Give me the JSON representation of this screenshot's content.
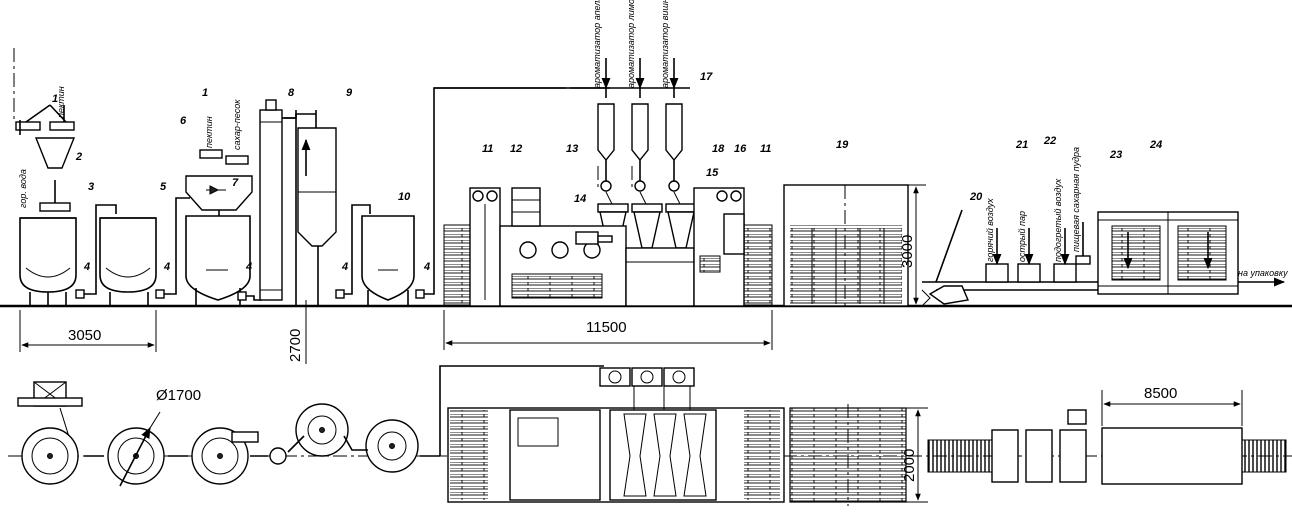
{
  "callouts": [
    "1",
    "2",
    "3",
    "4",
    "5",
    "6",
    "7",
    "8",
    "9",
    "10",
    "11",
    "12",
    "13",
    "14",
    "15",
    "16",
    "17",
    "18",
    "19",
    "20",
    "21",
    "22",
    "23",
    "24"
  ],
  "dimensions": {
    "d3050": "3050",
    "d2700": "2700",
    "d11500": "11500",
    "d3000": "3000",
    "d1700": "Ø1700",
    "d2000": "2000",
    "d8500": "8500"
  },
  "feed_labels": {
    "water": "гор. вода",
    "pectin1": "пектин",
    "pectin2": "пектин",
    "sugar": "сахар-песок",
    "aroma_orange": "ароматизатор апельсин",
    "aroma_lemon": "ароматизатор лимон",
    "aroma_cherry": "ароматизатор вишня",
    "hot_air": "горячий воздух",
    "hot_steam": "острый пар",
    "heated_air": "подогретый воздух",
    "powder_sugar": "пищевая сахарная пудра",
    "to_packing": "на упаковку"
  }
}
